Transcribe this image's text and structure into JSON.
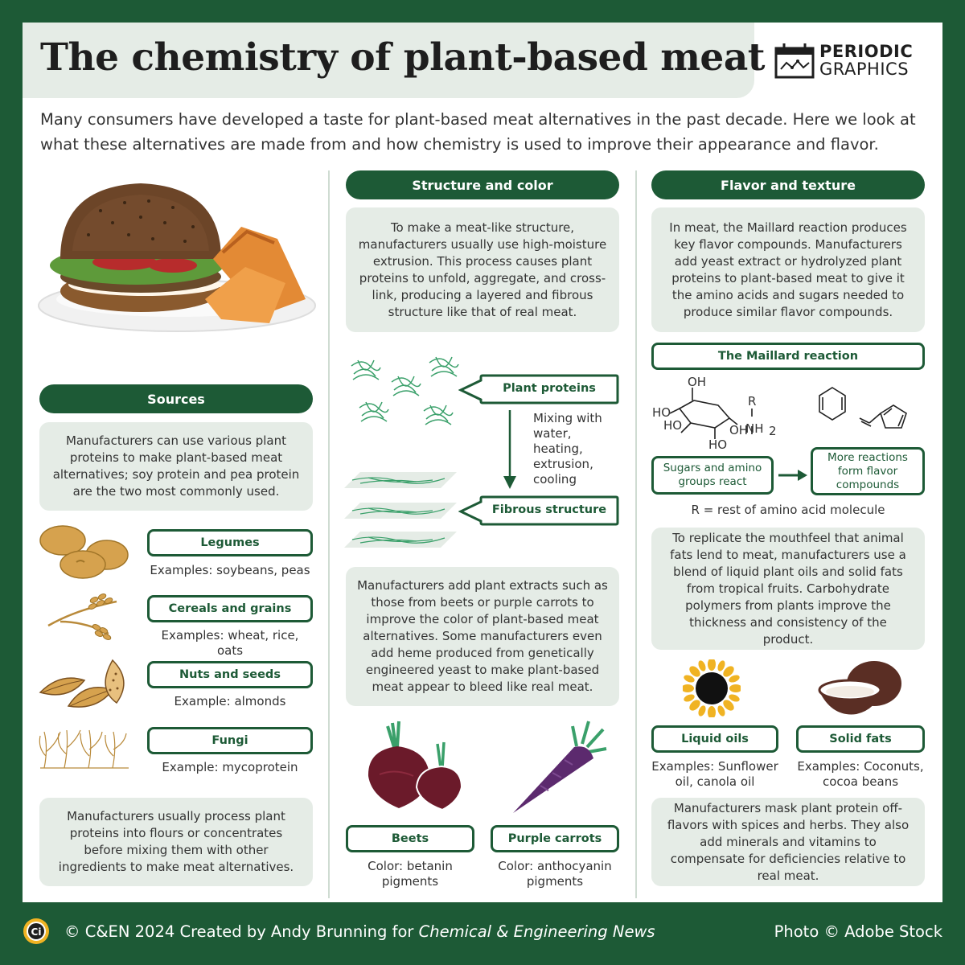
{
  "title": "The chemistry of plant-based meat",
  "logo": {
    "line1": "PERIODIC",
    "line2": "GRAPHICS"
  },
  "intro": "Many consumers have developed a taste for plant-based meat alternatives in the past decade. Here we look at what these alternatives are made from and how chemistry is used to improve their appearance and flavor.",
  "sources": {
    "heading": "Sources",
    "intro": "Manufacturers can use various plant proteins to make plant-based meat alternatives; soy protein and pea protein are the two most commonly used.",
    "items": [
      {
        "label": "Legumes",
        "example": "Examples: soybeans, peas",
        "icon": "beans-icon"
      },
      {
        "label": "Cereals and grains",
        "example": "Examples: wheat, rice, oats",
        "icon": "wheat-icon"
      },
      {
        "label": "Nuts and seeds",
        "example": "Example: almonds",
        "icon": "almonds-icon"
      },
      {
        "label": "Fungi",
        "example": "Example: mycoprotein",
        "icon": "mycelium-icon"
      }
    ],
    "outro": "Manufacturers usually process plant proteins into flours or concentrates before mixing them with other ingredients to make meat alternatives."
  },
  "structure": {
    "heading": "Structure and color",
    "intro": "To make a meat-like structure, manufacturers usually use high-moisture extrusion. This process causes plant proteins to unfold, aggregate, and cross-link, producing a layered and fibrous structure like that of real meat.",
    "plant_proteins": "Plant proteins",
    "process": [
      "Mixing with",
      "water,",
      "heating,",
      "extrusion,",
      "cooling"
    ],
    "fibrous": "Fibrous structure",
    "color_text": "Manufacturers add plant extracts such as those from beets or purple carrots to improve the color of plant-based meat alternatives. Some manufacturers even add heme produced from genetically engineered yeast to make plant-based meat appear to bleed like real meat.",
    "beets": {
      "label": "Beets",
      "caption": [
        "Color: betanin",
        "pigments"
      ]
    },
    "carrots": {
      "label": "Purple carrots",
      "caption": [
        "Color: anthocyanin",
        "pigments"
      ]
    }
  },
  "flavor": {
    "heading": "Flavor and texture",
    "intro": "In meat, the Maillard reaction produces key flavor compounds. Manufacturers add yeast extract or hydrolyzed plant proteins to plant-based meat to give it the amino acids and sugars needed to produce similar flavor compounds.",
    "maillard": "The Maillard reaction",
    "chem_labels": {
      "oh": "OH",
      "ho": "HO",
      "r": "R",
      "nh2": "NH",
      "two": "2"
    },
    "step1": [
      "Sugars and amino",
      "groups react"
    ],
    "step2": [
      "More reactions",
      "form flavor",
      "compounds"
    ],
    "r_note": "R = rest of amino acid molecule",
    "fats_text": "To replicate the mouthfeel that animal fats lend to meat, manufacturers use a blend of liquid plant oils and solid fats from tropical fruits. Carbohydrate polymers from plants improve the thickness and consistency of the product.",
    "oils": {
      "label": "Liquid oils",
      "caption": [
        "Examples: Sunflower",
        "oil, canola oil"
      ]
    },
    "solids": {
      "label": "Solid fats",
      "caption": [
        "Examples: Coconuts,",
        "cocoa beans"
      ]
    },
    "outro": "Manufacturers mask plant protein off-flavors with spices and herbs. They also add minerals and vitamins to compensate for deficiencies relative to real meat."
  },
  "footer": {
    "copyright_prefix": "© C&EN 2024 Created by Andy Brunning for ",
    "copyright_pub": "Chemical & Engineering News",
    "photo": "Photo © Adobe Stock"
  },
  "colors": {
    "green": "#1d5a36",
    "light": "#e5ece6",
    "protein": "#3aa06a",
    "beet": "#6b1a2a",
    "carrot": "#5c2a6e",
    "bean": "#d6a24e"
  }
}
